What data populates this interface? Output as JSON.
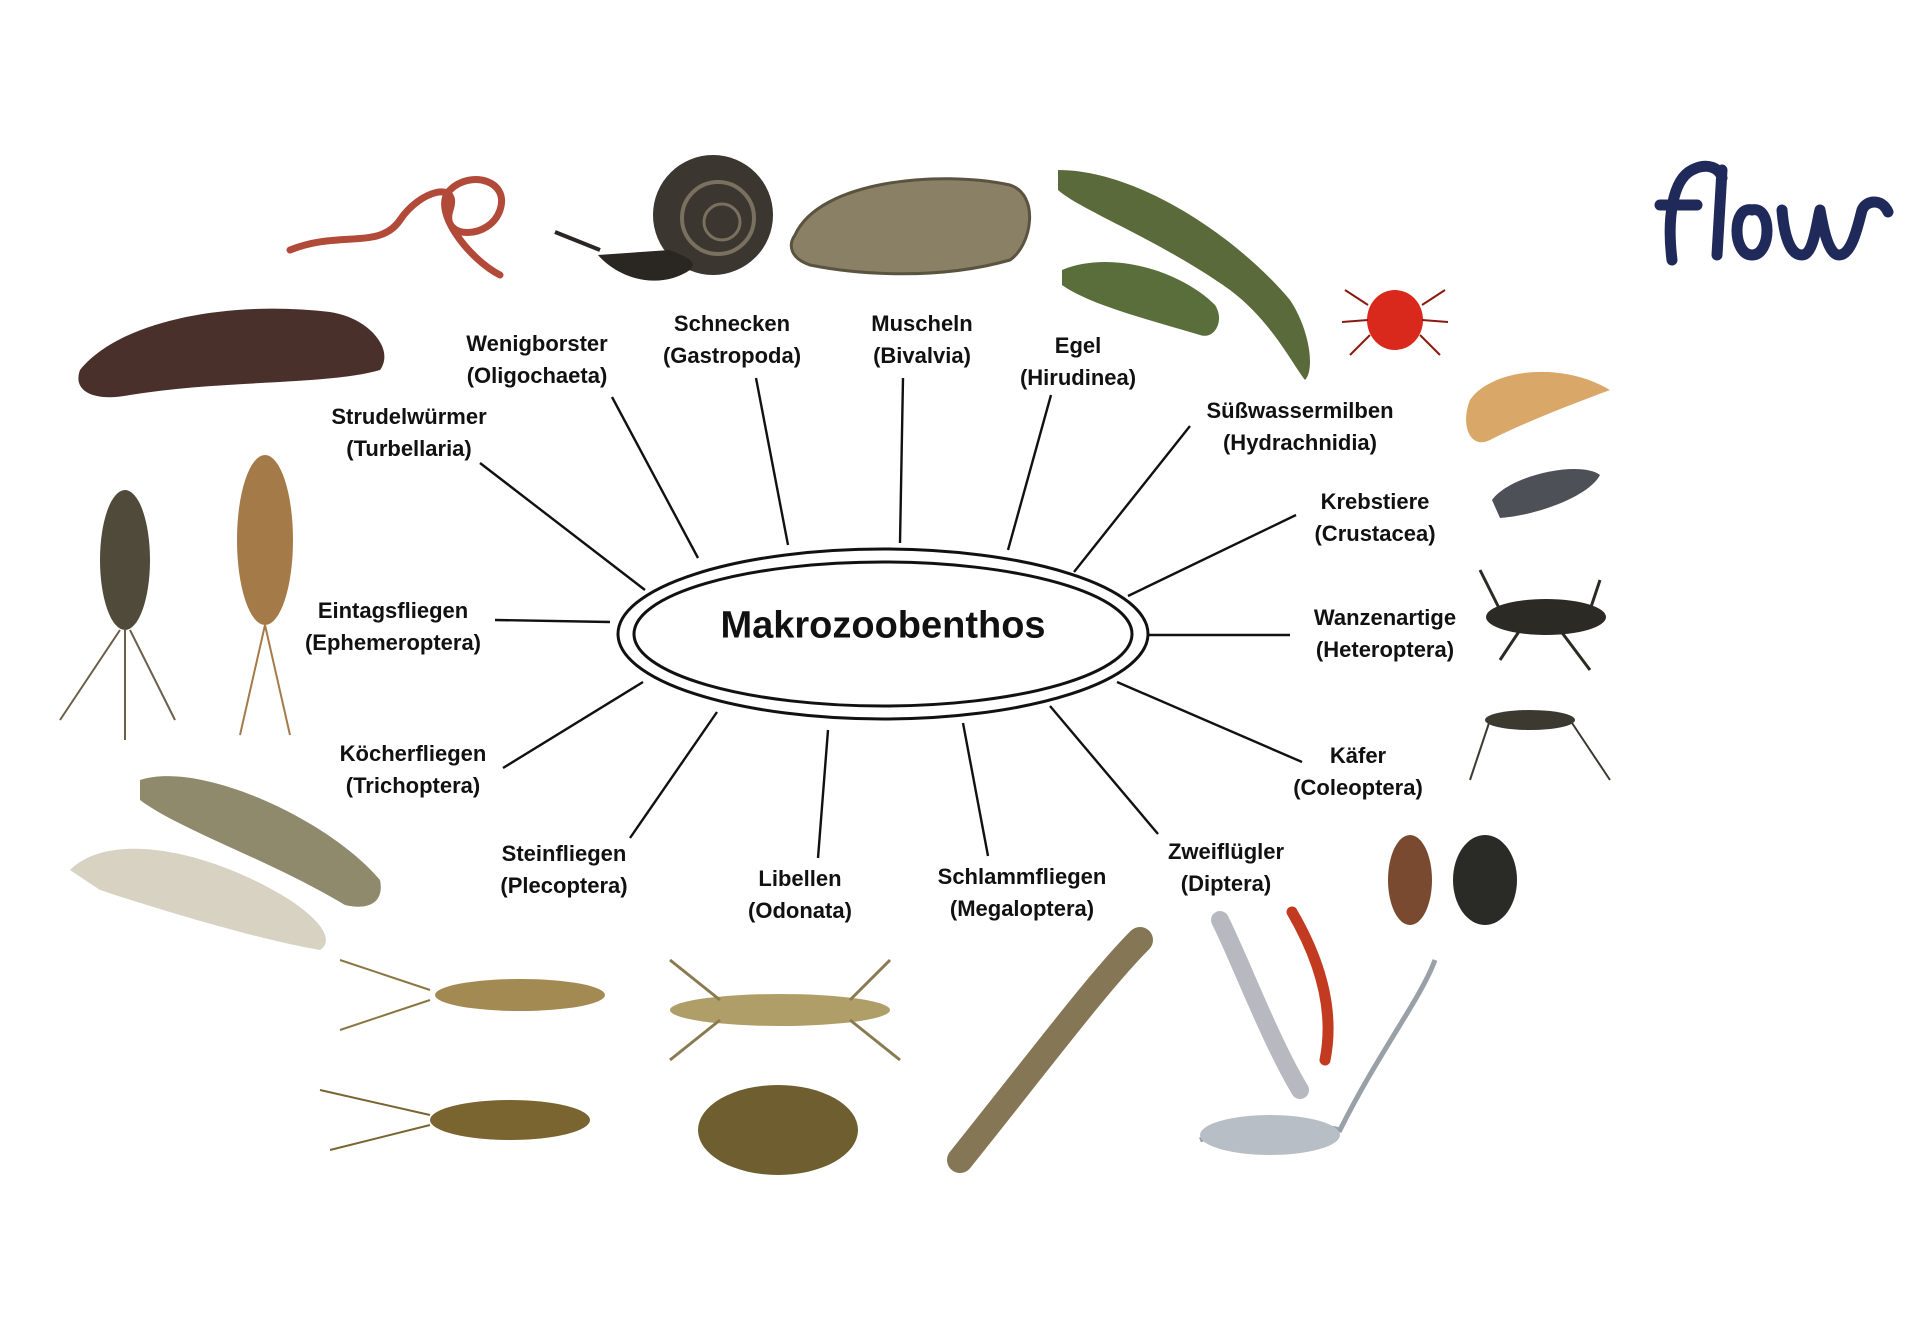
{
  "diagram": {
    "center": "Makrozoobenthos",
    "groups": [
      {
        "key": "oligochaeta",
        "name": "Wenigborster",
        "latin": "(Oligochaeta)"
      },
      {
        "key": "gastropoda",
        "name": "Schnecken",
        "latin": "(Gastropoda)"
      },
      {
        "key": "bivalvia",
        "name": "Muscheln",
        "latin": "(Bivalvia)"
      },
      {
        "key": "hirudinea",
        "name": "Egel",
        "latin": "(Hirudinea)"
      },
      {
        "key": "hydrachnidia",
        "name": "Süßwassermilben",
        "latin": "(Hydrachnidia)"
      },
      {
        "key": "crustacea",
        "name": "Krebstiere",
        "latin": "(Crustacea)"
      },
      {
        "key": "heteroptera",
        "name": "Wanzenartige",
        "latin": "(Heteroptera)"
      },
      {
        "key": "coleoptera",
        "name": "Käfer",
        "latin": "(Coleoptera)"
      },
      {
        "key": "diptera",
        "name": "Zweiflügler",
        "latin": "(Diptera)"
      },
      {
        "key": "megaloptera",
        "name": "Schlammfliegen",
        "latin": "(Megaloptera)"
      },
      {
        "key": "odonata",
        "name": "Libellen",
        "latin": "(Odonata)"
      },
      {
        "key": "plecoptera",
        "name": "Steinfliegen",
        "latin": "(Plecoptera)"
      },
      {
        "key": "trichoptera",
        "name": "Köcherfliegen",
        "latin": "(Trichoptera)"
      },
      {
        "key": "ephemeroptera",
        "name": "Eintagsfliegen",
        "latin": "(Ephemeroptera)"
      },
      {
        "key": "turbellaria",
        "name": "Strudelwürmer",
        "latin": "(Turbellaria)"
      }
    ]
  },
  "logo": {
    "text": "flow",
    "color": "#1f2a5a"
  },
  "colors": {
    "line": "#111111",
    "text": "#111111"
  }
}
